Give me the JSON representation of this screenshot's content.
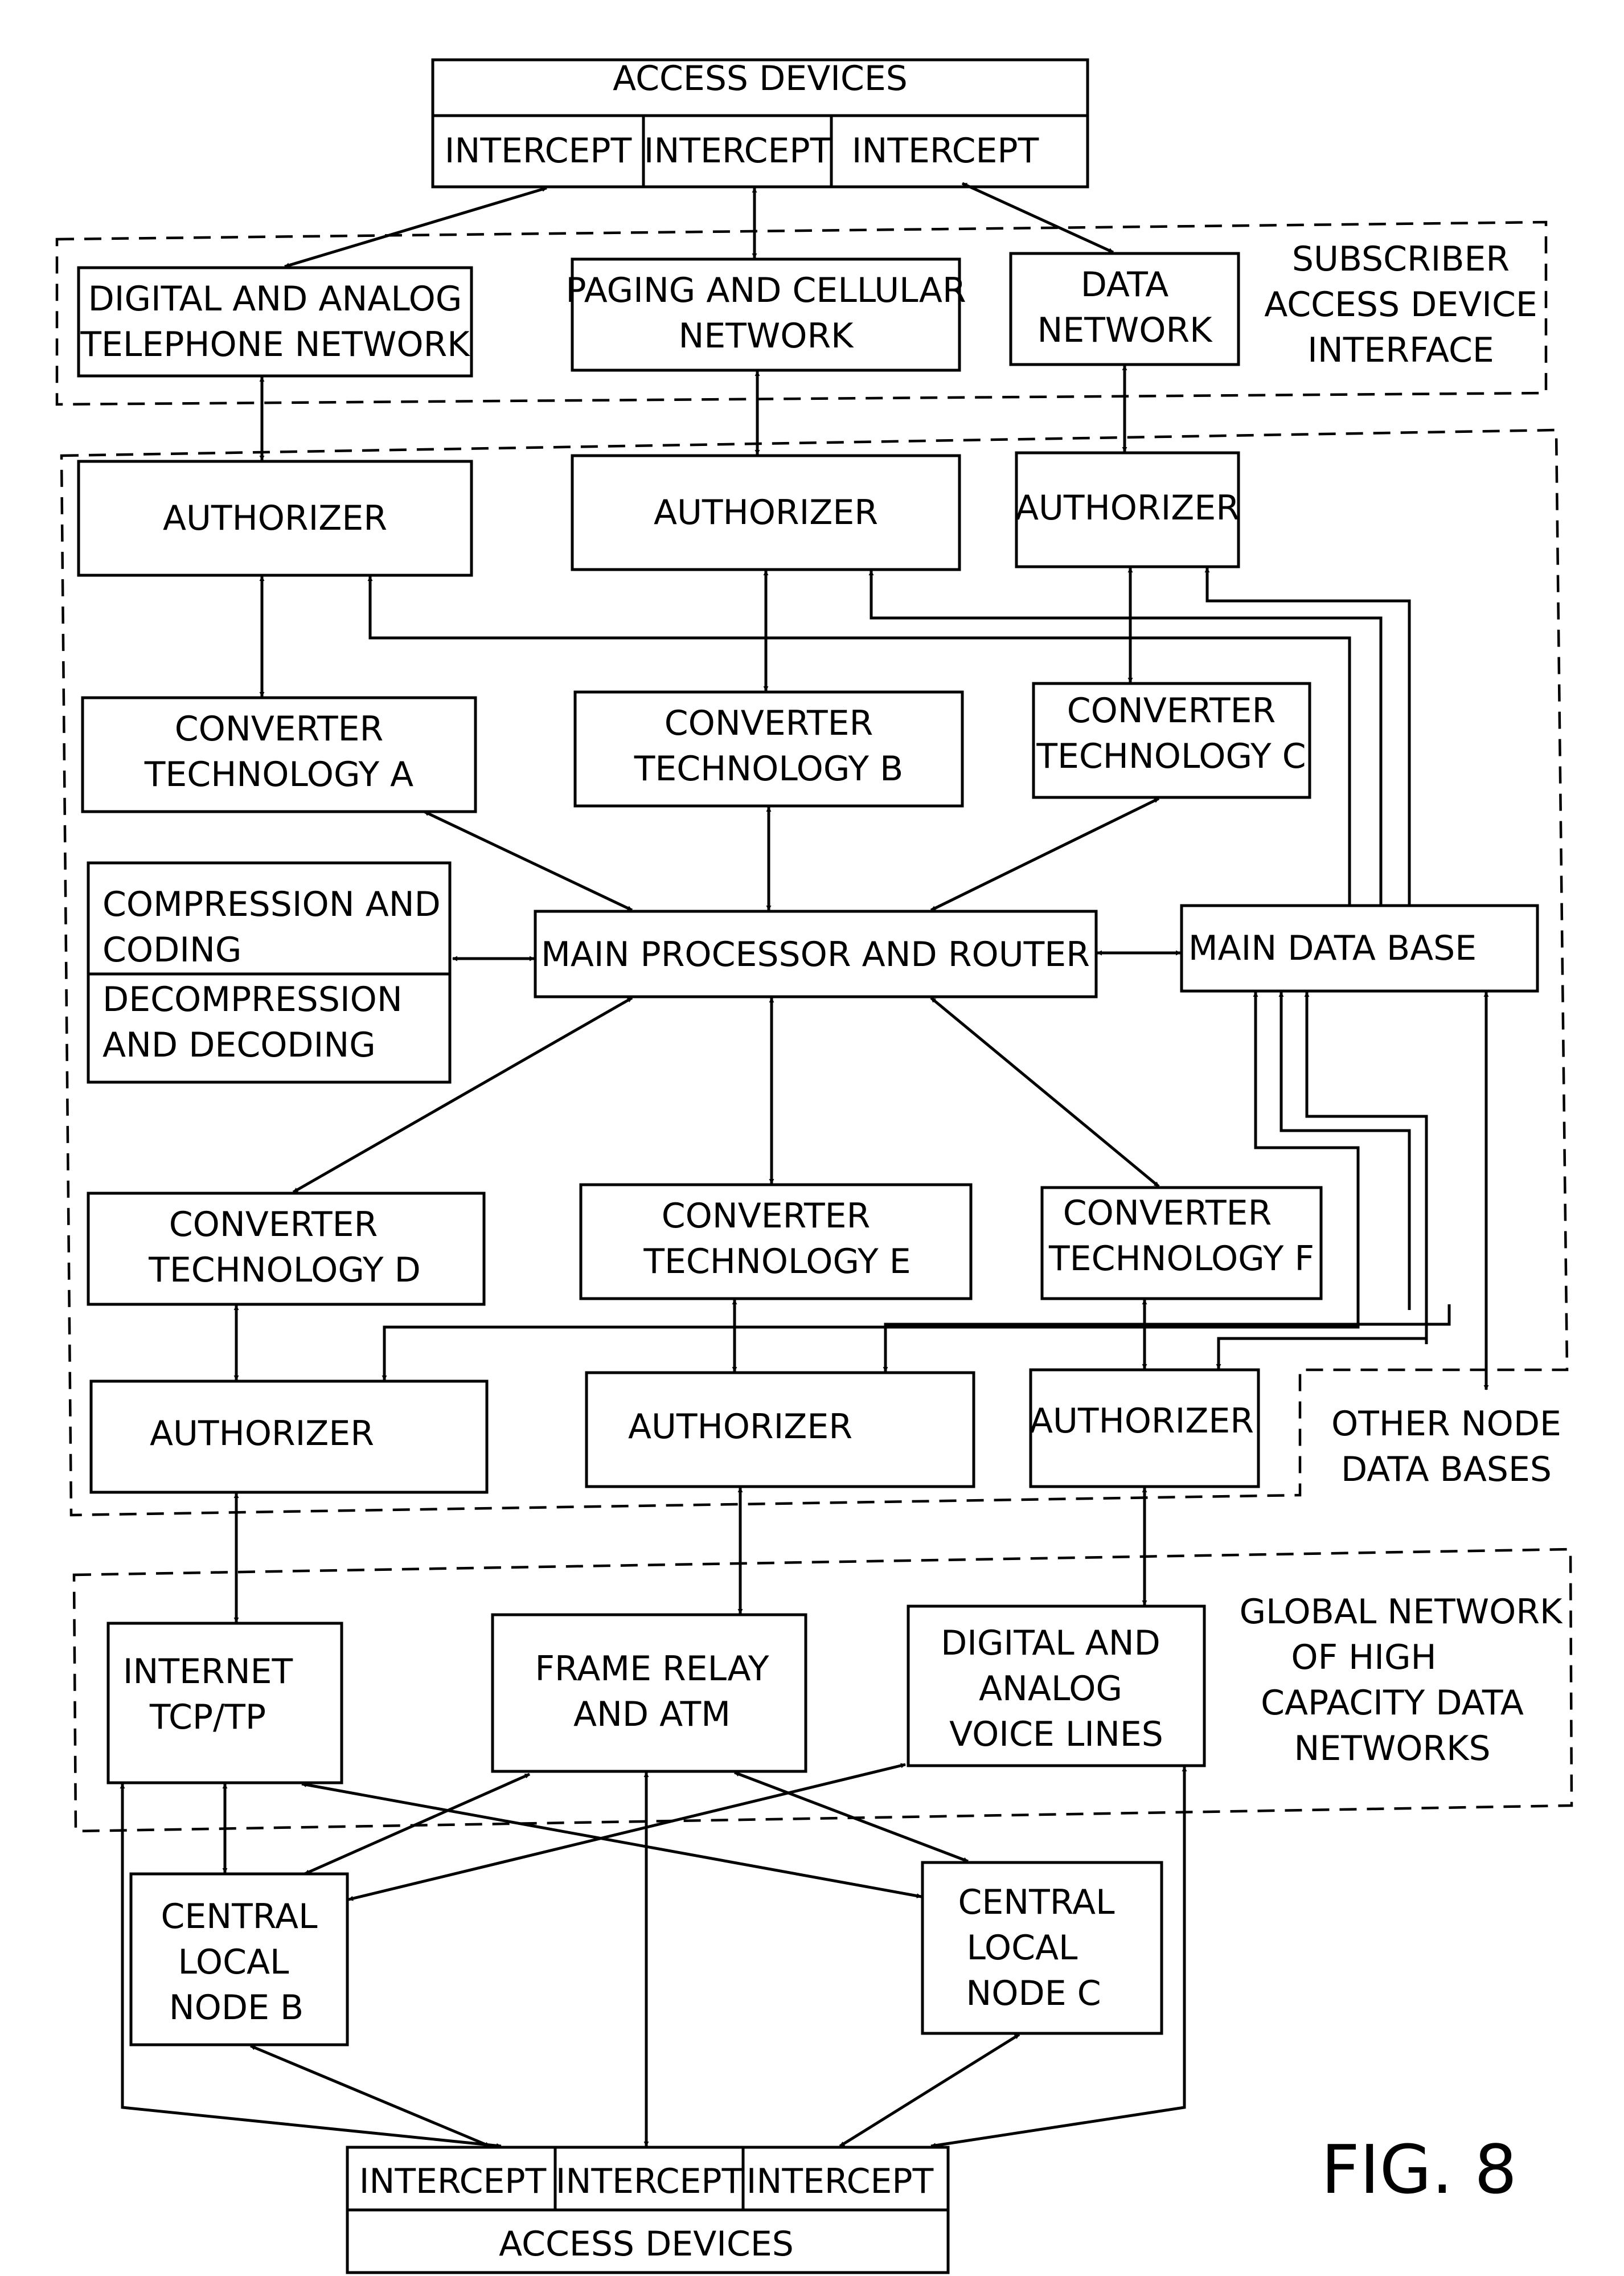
{
  "figure_label": "FIG. 8",
  "access_devices_top": {
    "title": "ACCESS DEVICES",
    "intercepts": [
      "INTERCEPT",
      "INTERCEPT",
      "INTERCEPT"
    ]
  },
  "access_devices_bottom": {
    "title": "ACCESS DEVICES",
    "intercepts": [
      "INTERCEPT",
      "INTERCEPT",
      "INTERCEPT"
    ]
  },
  "subscriber_interface": {
    "label": [
      "SUBSCRIBER",
      "ACCESS DEVICE",
      "INTERFACE"
    ],
    "networks": [
      [
        "DIGITAL AND ANALOG",
        "TELEPHONE NETWORK"
      ],
      [
        "PAGING AND CELLULAR",
        "NETWORK"
      ],
      [
        "DATA",
        "NETWORK"
      ]
    ]
  },
  "node": {
    "authorizer_label": "AUTHORIZER",
    "converters_upper": [
      [
        "CONVERTER",
        "TECHNOLOGY A"
      ],
      [
        "CONVERTER",
        "TECHNOLOGY B"
      ],
      [
        "CONVERTER",
        "TECHNOLOGY C"
      ]
    ],
    "converters_lower": [
      [
        "CONVERTER",
        "TECHNOLOGY D"
      ],
      [
        "CONVERTER",
        "TECHNOLOGY E"
      ],
      [
        "CONVERTER",
        "TECHNOLOGY F"
      ]
    ],
    "compression": {
      "top": [
        "COMPRESSION AND",
        "CODING"
      ],
      "bottom": [
        "DECOMPRESSION",
        "AND DECODING"
      ]
    },
    "main_processor": "MAIN PROCESSOR AND ROUTER",
    "main_database": "MAIN DATA BASE",
    "other_node_databases": [
      "OTHER NODE",
      "DATA BASES"
    ]
  },
  "global_network": {
    "label": [
      "GLOBAL NETWORK",
      "OF HIGH",
      "CAPACITY DATA",
      "NETWORKS"
    ],
    "networks": [
      [
        "INTERNET",
        "TCP/TP"
      ],
      [
        "FRAME RELAY",
        "AND ATM"
      ],
      [
        "DIGITAL AND",
        "ANALOG",
        "VOICE LINES"
      ]
    ]
  },
  "central_nodes": [
    [
      "CENTRAL",
      "LOCAL",
      "NODE B"
    ],
    [
      "CENTRAL",
      "LOCAL",
      "NODE C"
    ]
  ]
}
